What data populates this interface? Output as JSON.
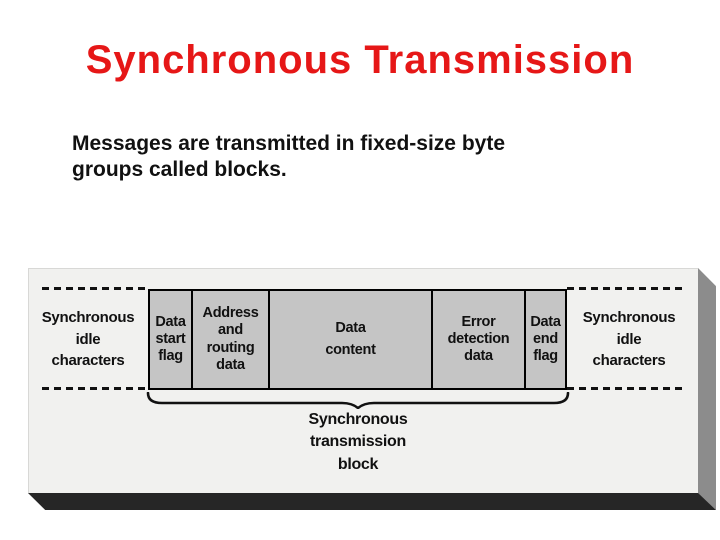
{
  "slide": {
    "title": "Synchronous Transmission",
    "body": "Messages are transmitted in fixed-size byte\ngroups called blocks."
  },
  "colors": {
    "title_red": "#e61717",
    "box_fill": "#c5c5c5",
    "panel_face": "#f1f1ef",
    "panel_side": "#8c8c8c",
    "panel_bottom": "#262626"
  },
  "diagram": {
    "idle_left_label": "Synchronous\nidle\ncharacters",
    "idle_right_label": "Synchronous\nidle\ncharacters",
    "segments": [
      {
        "label": "Data\nstart\nflag"
      },
      {
        "label": "Address\nand\nrouting\ndata"
      },
      {
        "label": "Data\ncontent"
      },
      {
        "label": "Error\ndetection\ndata"
      },
      {
        "label": "Data\nend\nflag"
      }
    ],
    "brace_caption": "Synchronous\ntransmission\nblock"
  }
}
